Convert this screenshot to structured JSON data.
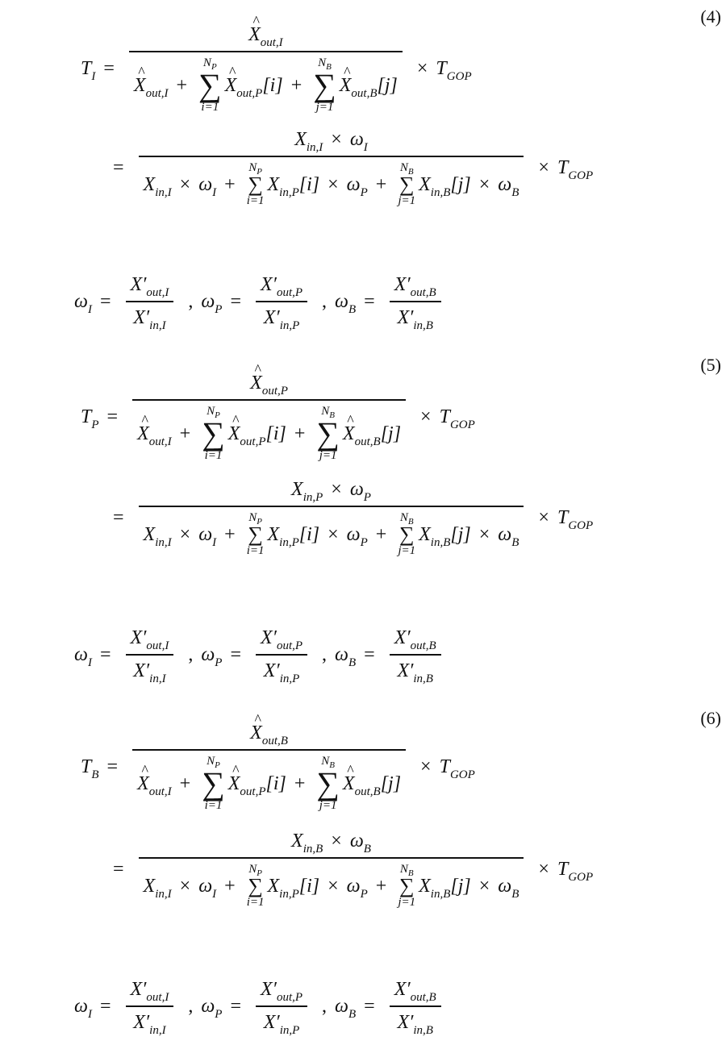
{
  "equations": [
    {
      "number": "(4)",
      "lhs": "T",
      "lhs_sub": "I",
      "line1": {
        "numerator": {
          "sym": "X̂",
          "sub": "out,I"
        },
        "denominator": {
          "first": {
            "sym": "X̂",
            "sub": "out,I"
          },
          "sum1": {
            "upper": "N_P",
            "upper_main": "N",
            "upper_sub": "P",
            "lower": "i=1",
            "sym": "X̂",
            "sub": "out,P",
            "idx": "[i]"
          },
          "sum2": {
            "upper": "N_B",
            "upper_main": "N",
            "upper_sub": "B",
            "lower": "j=1",
            "sym": "X̂",
            "sub": "out,B",
            "idx": "[j]"
          }
        },
        "tail": "× T",
        "tail_sub": "GOP"
      },
      "line2": {
        "numerator": "X_in,I × ω_I",
        "denominator": "X_in,I × ω_I + Σ_{i=1}^{N_P} X_in,P[i] × ω_P + Σ_{j=1}^{N_B} X_in,B[j] × ω_B",
        "tail": "× T_GOP"
      },
      "weights": "ω_I = X'_out,I / X'_in,I , ω_P = X'_out,P / X'_in,P , ω_B = X'_out,B / X'_in,B"
    },
    {
      "number": "(5)",
      "lhs": "T",
      "lhs_sub": "P",
      "line1": {
        "numerator": {
          "sym": "X̂",
          "sub": "out,P"
        },
        "denominator": "X̂_out,I + Σ_{i=1}^{N_P} X̂_out,P[i] + Σ_{j=1}^{N_B} X̂_out,B[j]",
        "tail": "× T_GOP"
      },
      "line2": {
        "numerator": "X_in,P × ω_P",
        "denominator": "X_in,I × ω_I + Σ_{i=1}^{N_P} X_in,P[i] × ω_P + Σ_{j=1}^{N_B} X_in,B[j] × ω_B",
        "tail": "× T_GOP"
      },
      "weights": "ω_I = X'_out,I / X'_in,I , ω_P = X'_out,P / X'_in,P , ω_B = X'_out,B / X'_in,B"
    },
    {
      "number": "(6)",
      "lhs": "T",
      "lhs_sub": "B",
      "line1": {
        "numerator": {
          "sym": "X̂",
          "sub": "out,B"
        },
        "denominator": "X̂_out,I + Σ_{i=1}^{N_P} X̂_out,P[i] + Σ_{j=1}^{N_B} X̂_out,B[j]",
        "tail": "× T_GOP"
      },
      "line2": {
        "numerator": "X_in,B × ω_B",
        "denominator": "X_in,I × ω_I + Σ_{i=1}^{N_P} X_in,P[i] × ω_P + Σ_{j=1}^{N_B} X_in,B[j] × ω_B",
        "tail": "× T_GOP"
      },
      "weights": "ω_I = X'_out,I / X'_in,I , ω_P = X'_out,P / X'_in,P , ω_B = X'_out,B / X'_in,B"
    }
  ],
  "symbols": {
    "eq": "=",
    "times": "×",
    "plus": "+",
    "sigma": "∑",
    "omega": "ω",
    "X": "X",
    "Xp": "X′",
    "T": "T",
    "comma": ",",
    "GOP": "GOP",
    "i1": "i=1",
    "j1": "j=1",
    "N": "N",
    "idx_i": "[i]",
    "idx_j": "[j]",
    "out_I": "out,I",
    "out_P": "out,P",
    "out_B": "out,B",
    "in_I": "in,I",
    "in_P": "in,P",
    "in_B": "in,B",
    "I": "I",
    "P": "P",
    "B": "B"
  }
}
